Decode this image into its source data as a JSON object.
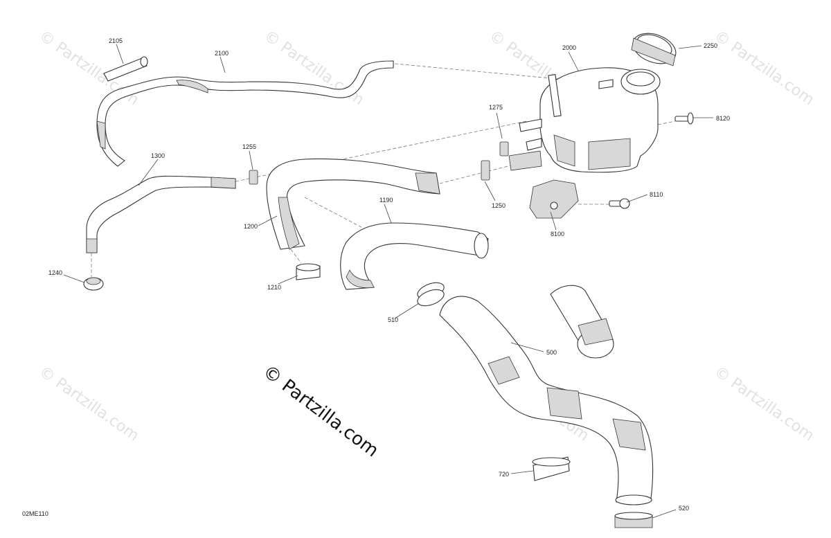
{
  "diagram_code": "02ME110",
  "watermark_main": "© Partzilla.com",
  "watermark_faint": "© Partzilla.com",
  "callouts": {
    "p2105": "2105",
    "p2100": "2100",
    "p2000": "2000",
    "p2250": "2250",
    "p8120": "8120",
    "p1275": "1275",
    "p1255": "1255",
    "p1300": "1300",
    "p1250": "1250",
    "p8110": "8110",
    "p8100": "8100",
    "p1190": "1190",
    "p1200": "1200",
    "p1240": "1240",
    "p1210": "1210",
    "p510": "510",
    "p500": "500",
    "p720": "720",
    "p520": "520"
  }
}
